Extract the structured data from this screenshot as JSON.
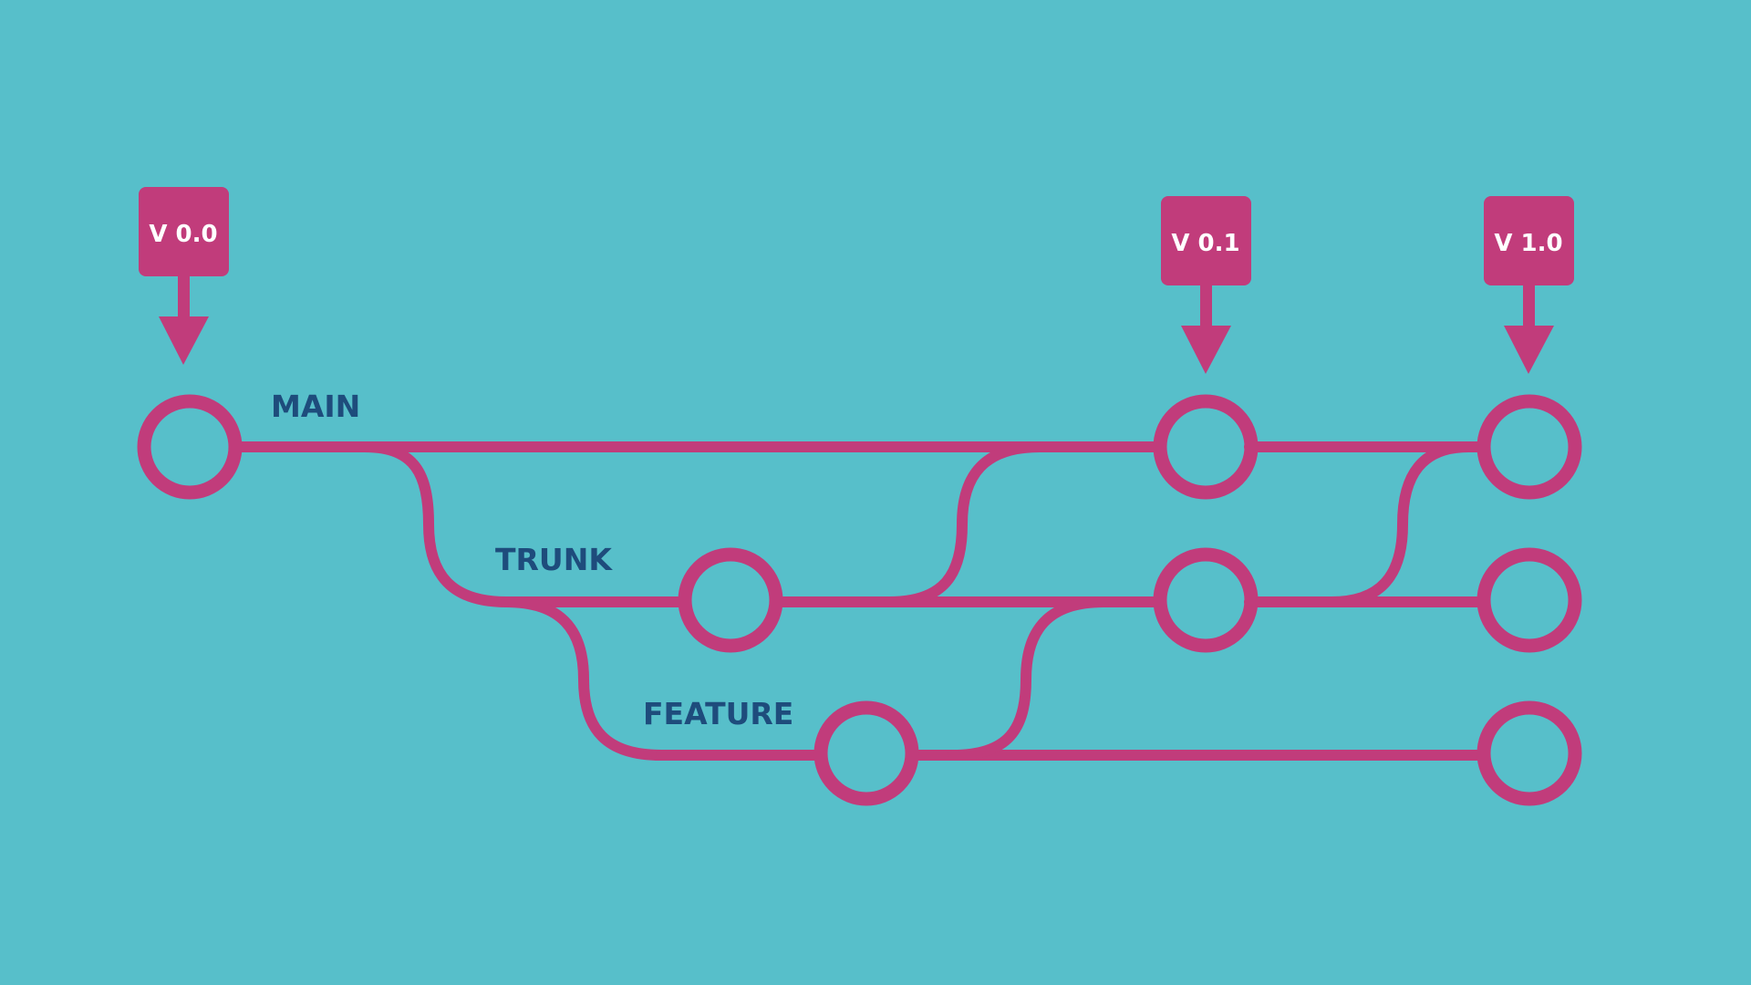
{
  "diagram": {
    "colors": {
      "background": "#57bfca",
      "line": "#c13c7b",
      "tag": "#c13c7b",
      "tag_text": "#ffffff",
      "label": "#1e4c7c"
    },
    "branches": {
      "main": "MAIN",
      "trunk": "TRUNK",
      "feature": "FEATURE"
    },
    "tags": {
      "v00": "V 0.0",
      "v01": "V 0.1",
      "v10": "V 1.0"
    }
  }
}
